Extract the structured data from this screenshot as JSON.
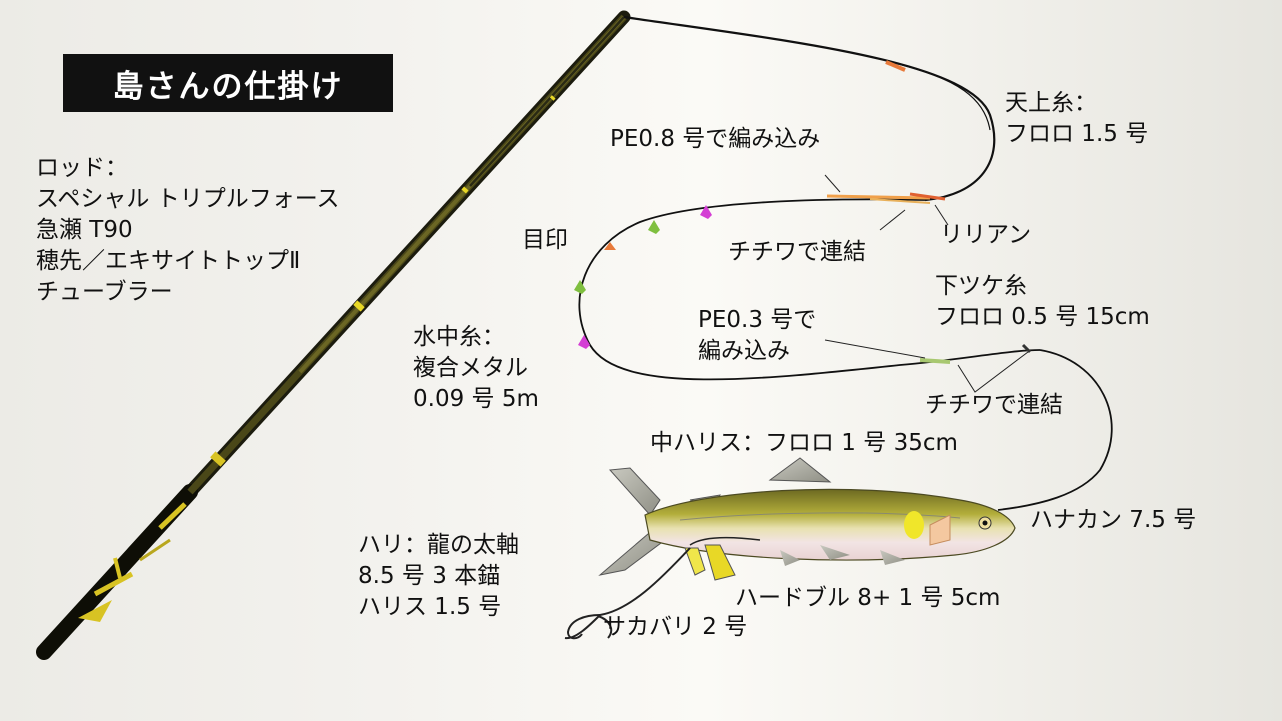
{
  "title": "島さんの仕掛け",
  "rod": [
    "ロッド：",
    "スペシャル トリプルフォース",
    "急瀬 T90",
    "穂先／エキサイトトップⅡ",
    "チューブラー"
  ],
  "tenjo_ito": [
    "天上糸：",
    "フロロ 1.5 号"
  ],
  "pe08": "PE0.8 号で編み込み",
  "lilian": "リリアン",
  "chichiwa1": "チチワで連結",
  "mejirushi": "目印",
  "shimotsuke": [
    "下ツケ糸",
    "フロロ 0.5 号 15cm"
  ],
  "pe03": [
    "PE0.3 号で",
    "編み込み"
  ],
  "suichu_ito": [
    "水中糸：",
    "複合メタル",
    "0.09 号 5m"
  ],
  "chichiwa2": "チチワで連結",
  "naka_harisu": "中ハリス：フロロ 1 号 35cm",
  "hanakan": "ハナカン 7.5 号",
  "hari": [
    "ハリ：龍の太軸",
    "8.5 号 3 本錨",
    "ハリス 1.5 号"
  ],
  "hardbull": "ハードブル 8+ 1 号 5cm",
  "sakabari": "サカバリ 2 号",
  "colors": {
    "rod": "#2a2a14",
    "rod_accent": "#d8c323",
    "marker_pink": "#d43fd4",
    "marker_green": "#7fbf3f",
    "marker_orange": "#e87a3a"
  }
}
